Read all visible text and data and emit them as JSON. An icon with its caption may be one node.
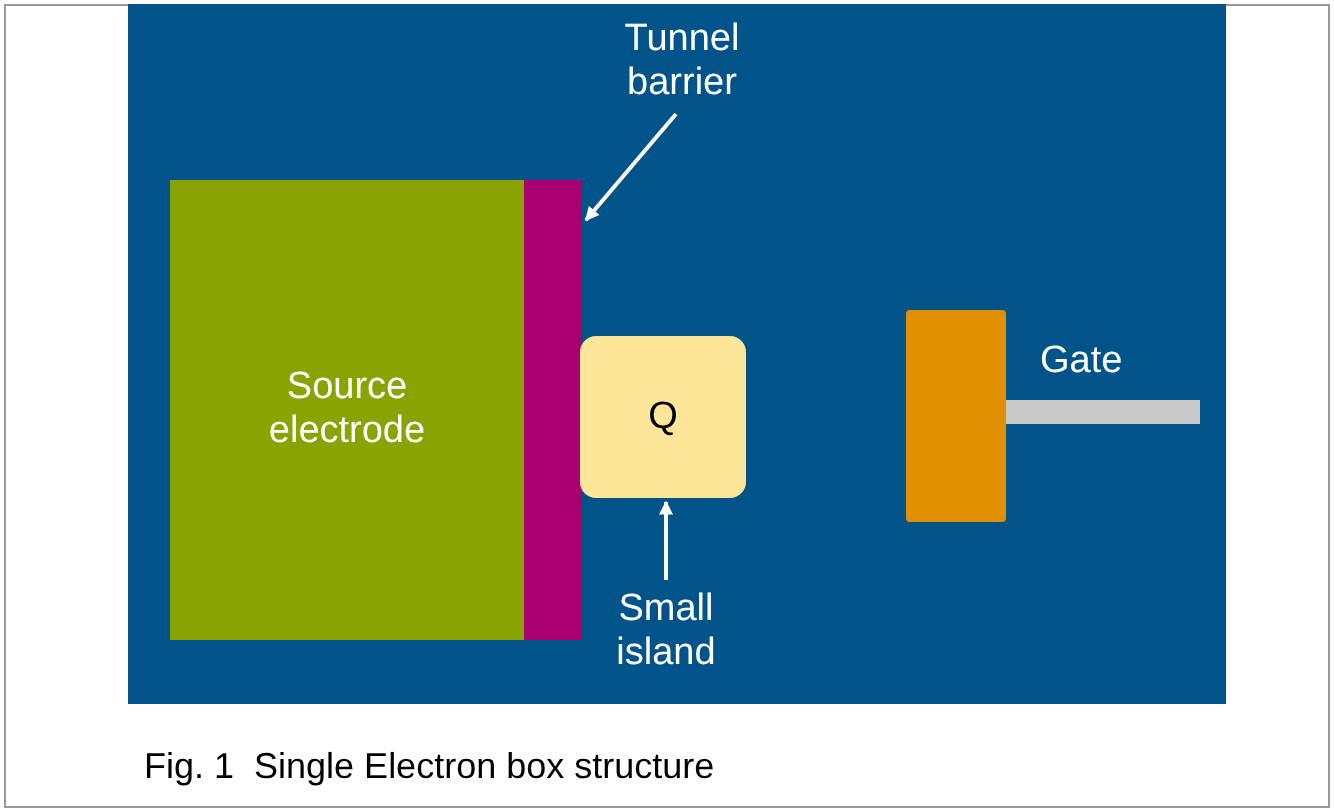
{
  "diagram": {
    "caption": "Fig. 1  Single Electron box structure",
    "nodes": [
      {
        "text": [
          "Source electrode"
        ]
      },
      {
        "text": [],
        "shape": "bar"
      },
      {
        "text": [
          "Q"
        ]
      },
      {
        "text": [
          "Tunnel barrier"
        ]
      },
      {
        "text": [
          "Small island"
        ]
      },
      {
        "text": [],
        "shape": "box"
      }
    ],
    "edges": [
      {
        "from": 3,
        "to": 1,
        "arrow": "to"
      },
      {
        "from": 4,
        "to": 2,
        "arrow": "to"
      }
    ],
    "labels": [
      "Gate"
    ]
  }
}
